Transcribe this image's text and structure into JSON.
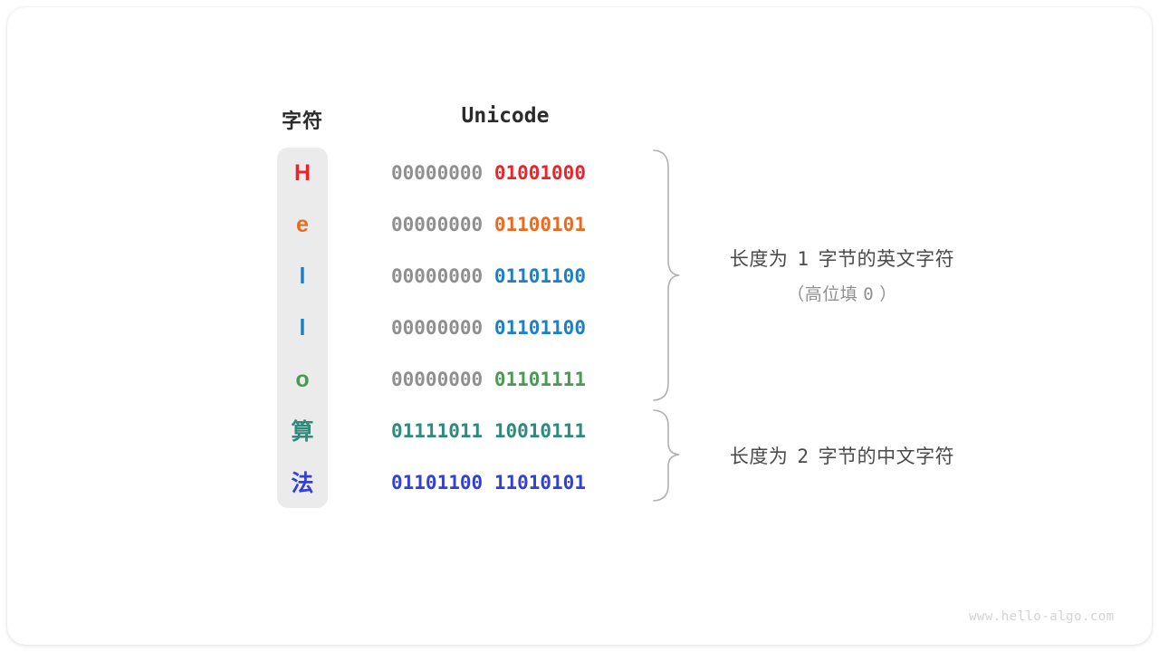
{
  "meta": {
    "background_color": "#ffffff",
    "card_color": "#ffffff",
    "pill_color": "#ebebeb",
    "brace_color": "#b0b0b0"
  },
  "headers": {
    "char_column": "字符",
    "unicode_column": "Unicode"
  },
  "rows": [
    {
      "char": "H",
      "color": "#e8262a",
      "high_byte": "00000000",
      "low_byte": "01001000"
    },
    {
      "char": "e",
      "color": "#ec6a1e",
      "high_byte": "00000000",
      "low_byte": "01100101"
    },
    {
      "char": "l",
      "color": "#1f7fc4",
      "high_byte": "00000000",
      "low_byte": "01101100"
    },
    {
      "char": "l",
      "color": "#1f7fc4",
      "high_byte": "00000000",
      "low_byte": "01101100"
    },
    {
      "char": "o",
      "color": "#4a9a54",
      "high_byte": "00000000",
      "low_byte": "01101111"
    },
    {
      "char": "算",
      "color": "#2e8b7b",
      "high_byte": "01111011",
      "low_byte": "10010111"
    },
    {
      "char": "法",
      "color": "#3340d8",
      "high_byte": "01101100",
      "low_byte": "11010101"
    }
  ],
  "annotations": [
    {
      "line1_prefix": "长度为",
      "line1_number": "1",
      "line1_suffix": "字节的英文字符",
      "line2_prefix": "（高位填",
      "line2_number": "0",
      "line2_suffix": "）",
      "spans_rows": [
        1,
        5
      ]
    },
    {
      "line1_prefix": "长度为",
      "line1_number": "2",
      "line1_suffix": "字节的中文字符",
      "line2_prefix": "",
      "line2_number": "",
      "line2_suffix": "",
      "spans_rows": [
        6,
        7
      ]
    }
  ],
  "watermark": "www.hello-algo.com"
}
